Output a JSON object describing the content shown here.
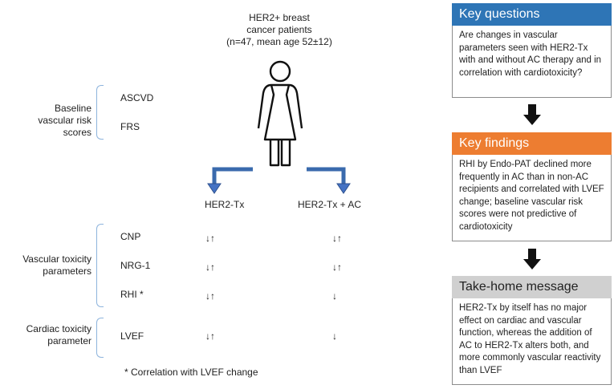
{
  "population": {
    "line1": "HER2+ breast",
    "line2": "cancer patients",
    "line3": "(n=47, mean age 52±12)"
  },
  "groups": {
    "her2tx": "HER2-Tx",
    "her2tx_ac": "HER2-Tx + AC"
  },
  "baseline": {
    "label_line1": "Baseline",
    "label_line2": "vascular risk scores",
    "scores": [
      "ASCVD",
      "FRS"
    ]
  },
  "vascular": {
    "label_line1": "Vascular toxicity",
    "label_line2": "parameters",
    "rows": [
      {
        "name": "CNP",
        "her2tx": "↓↑",
        "her2tx_ac": "↓↑"
      },
      {
        "name": "NRG-1",
        "her2tx": "↓↑",
        "her2tx_ac": "↓↑"
      },
      {
        "name": "RHI *",
        "her2tx": "↓↑",
        "her2tx_ac": "↓"
      }
    ]
  },
  "cardiac": {
    "label_line1": "Cardiac toxicity",
    "label_line2": "parameter",
    "rows": [
      {
        "name": "LVEF",
        "her2tx": "↓↑",
        "her2tx_ac": "↓"
      }
    ]
  },
  "footnote": "* Correlation with LVEF change",
  "key_questions": {
    "title": "Key questions",
    "text": "Are changes in vascular parameters seen with HER2-Tx with and without AC therapy and in correlation with cardiotoxicity?",
    "color": "#2e75b6"
  },
  "key_findings": {
    "title": "Key findings",
    "text": "RHI by Endo-PAT declined more frequently in AC than in non-AC recipients and correlated with LVEF change; baseline vascular risk scores were not predictive of cardiotoxicity",
    "color": "#ed7d31"
  },
  "take_home": {
    "title": "Take-home message",
    "text": "HER2-Tx by itself has no major effect on cardiac and vascular function, whereas the addition of AC to HER2-Tx alters both, and more commonly vascular reactivity than LVEF",
    "color": "#d0d0d0"
  },
  "icons": [
    "person-icon",
    "branch-arrow-left-icon",
    "branch-arrow-right-icon",
    "down-arrow-icon"
  ]
}
